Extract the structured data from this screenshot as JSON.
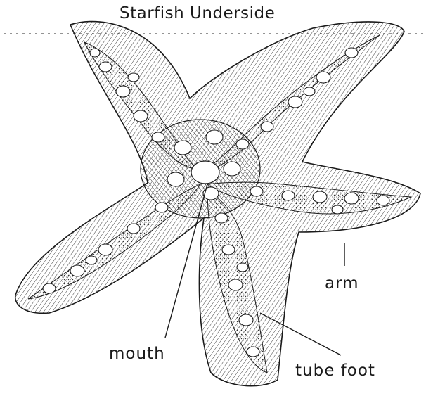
{
  "title": "Starfish Underside",
  "labels": {
    "arm": "arm",
    "mouth": "mouth",
    "tube_foot": "tube foot"
  },
  "colors": {
    "ink": "#1a1a1a",
    "background": "#ffffff"
  }
}
